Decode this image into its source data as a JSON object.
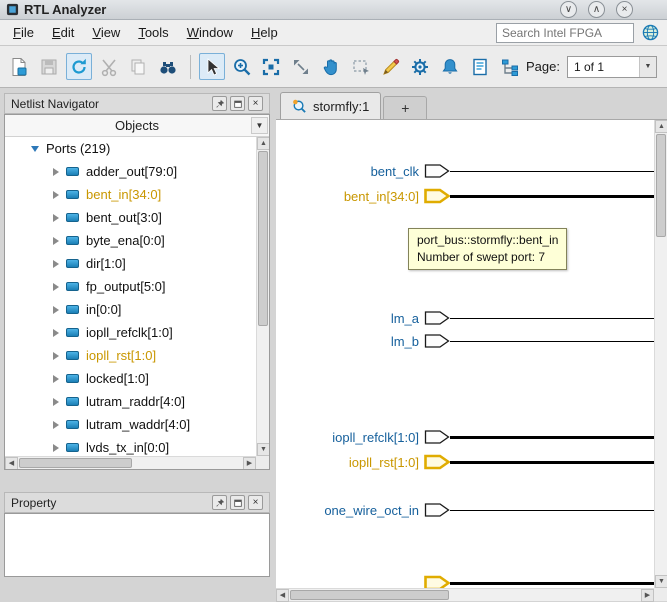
{
  "titlebar": {
    "title": "RTL Analyzer"
  },
  "icons": {
    "minimize": "∨",
    "maximize": "∧",
    "close": "×",
    "dropdown": "▼",
    "scroll_up": "▲",
    "scroll_down": "▼",
    "scroll_left": "◀",
    "scroll_right": "▶"
  },
  "menubar": {
    "items": [
      {
        "label": "File"
      },
      {
        "label": "Edit"
      },
      {
        "label": "View"
      },
      {
        "label": "Tools"
      },
      {
        "label": "Window"
      },
      {
        "label": "Help"
      }
    ],
    "search_placeholder": "Search Intel FPGA"
  },
  "toolbar": {
    "page_label": "Page:",
    "page_value": "1 of 1"
  },
  "navigator": {
    "title": "Netlist Navigator",
    "header": "Objects",
    "root": {
      "label": "Ports (219)"
    },
    "items": [
      {
        "label": "adder_out[79:0]",
        "highlight": false
      },
      {
        "label": "bent_in[34:0]",
        "highlight": true
      },
      {
        "label": "bent_out[3:0]",
        "highlight": false
      },
      {
        "label": "byte_ena[0:0]",
        "highlight": false
      },
      {
        "label": "dir[1:0]",
        "highlight": false
      },
      {
        "label": "fp_output[5:0]",
        "highlight": false
      },
      {
        "label": "in[0:0]",
        "highlight": false
      },
      {
        "label": "iopll_refclk[1:0]",
        "highlight": false
      },
      {
        "label": "iopll_rst[1:0]",
        "highlight": true
      },
      {
        "label": "locked[1:0]",
        "highlight": false
      },
      {
        "label": "lutram_raddr[4:0]",
        "highlight": false
      },
      {
        "label": "lutram_waddr[4:0]",
        "highlight": false
      },
      {
        "label": "lvds_tx_in[0:0]",
        "highlight": false
      }
    ]
  },
  "property": {
    "title": "Property"
  },
  "schematic": {
    "tabs": [
      {
        "label": "stormfly:1"
      },
      {
        "label": "+"
      }
    ],
    "tooltip": {
      "line1": "port_bus::stormfly::bent_in",
      "line2": "Number of swept port: 7"
    },
    "ports": [
      {
        "label": "bent_clk",
        "highlight": false,
        "bus": false
      },
      {
        "label": "bent_in[34:0]",
        "highlight": true,
        "bus": true
      },
      {
        "label": "lm_a",
        "highlight": false,
        "bus": false
      },
      {
        "label": "lm_b",
        "highlight": false,
        "bus": false
      },
      {
        "label": "iopll_refclk[1:0]",
        "highlight": false,
        "bus": true
      },
      {
        "label": "iopll_rst[1:0]",
        "highlight": true,
        "bus": true
      },
      {
        "label": "one_wire_oct_in",
        "highlight": false,
        "bus": false
      },
      {
        "label": "",
        "highlight": true,
        "bus": true
      }
    ]
  },
  "colors": {
    "port_label_blue": "#16609c",
    "highlight_orange": "#c99700",
    "tooltip_bg": "#feffd7",
    "accent_blue": "#1a6da8"
  }
}
